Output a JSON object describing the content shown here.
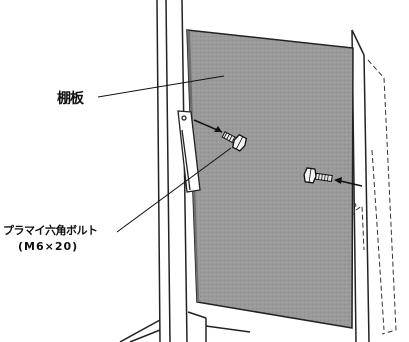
{
  "labels": {
    "shelf_board": "棚板",
    "bolt_name": "プラマイ六角ボルト",
    "bolt_size": "(M6×20)"
  },
  "colors": {
    "panel_fill": "#9a9a9a",
    "line": "#222222",
    "background": "#ffffff"
  },
  "icons": [
    "hex-bolt-icon",
    "arrow-icon"
  ]
}
